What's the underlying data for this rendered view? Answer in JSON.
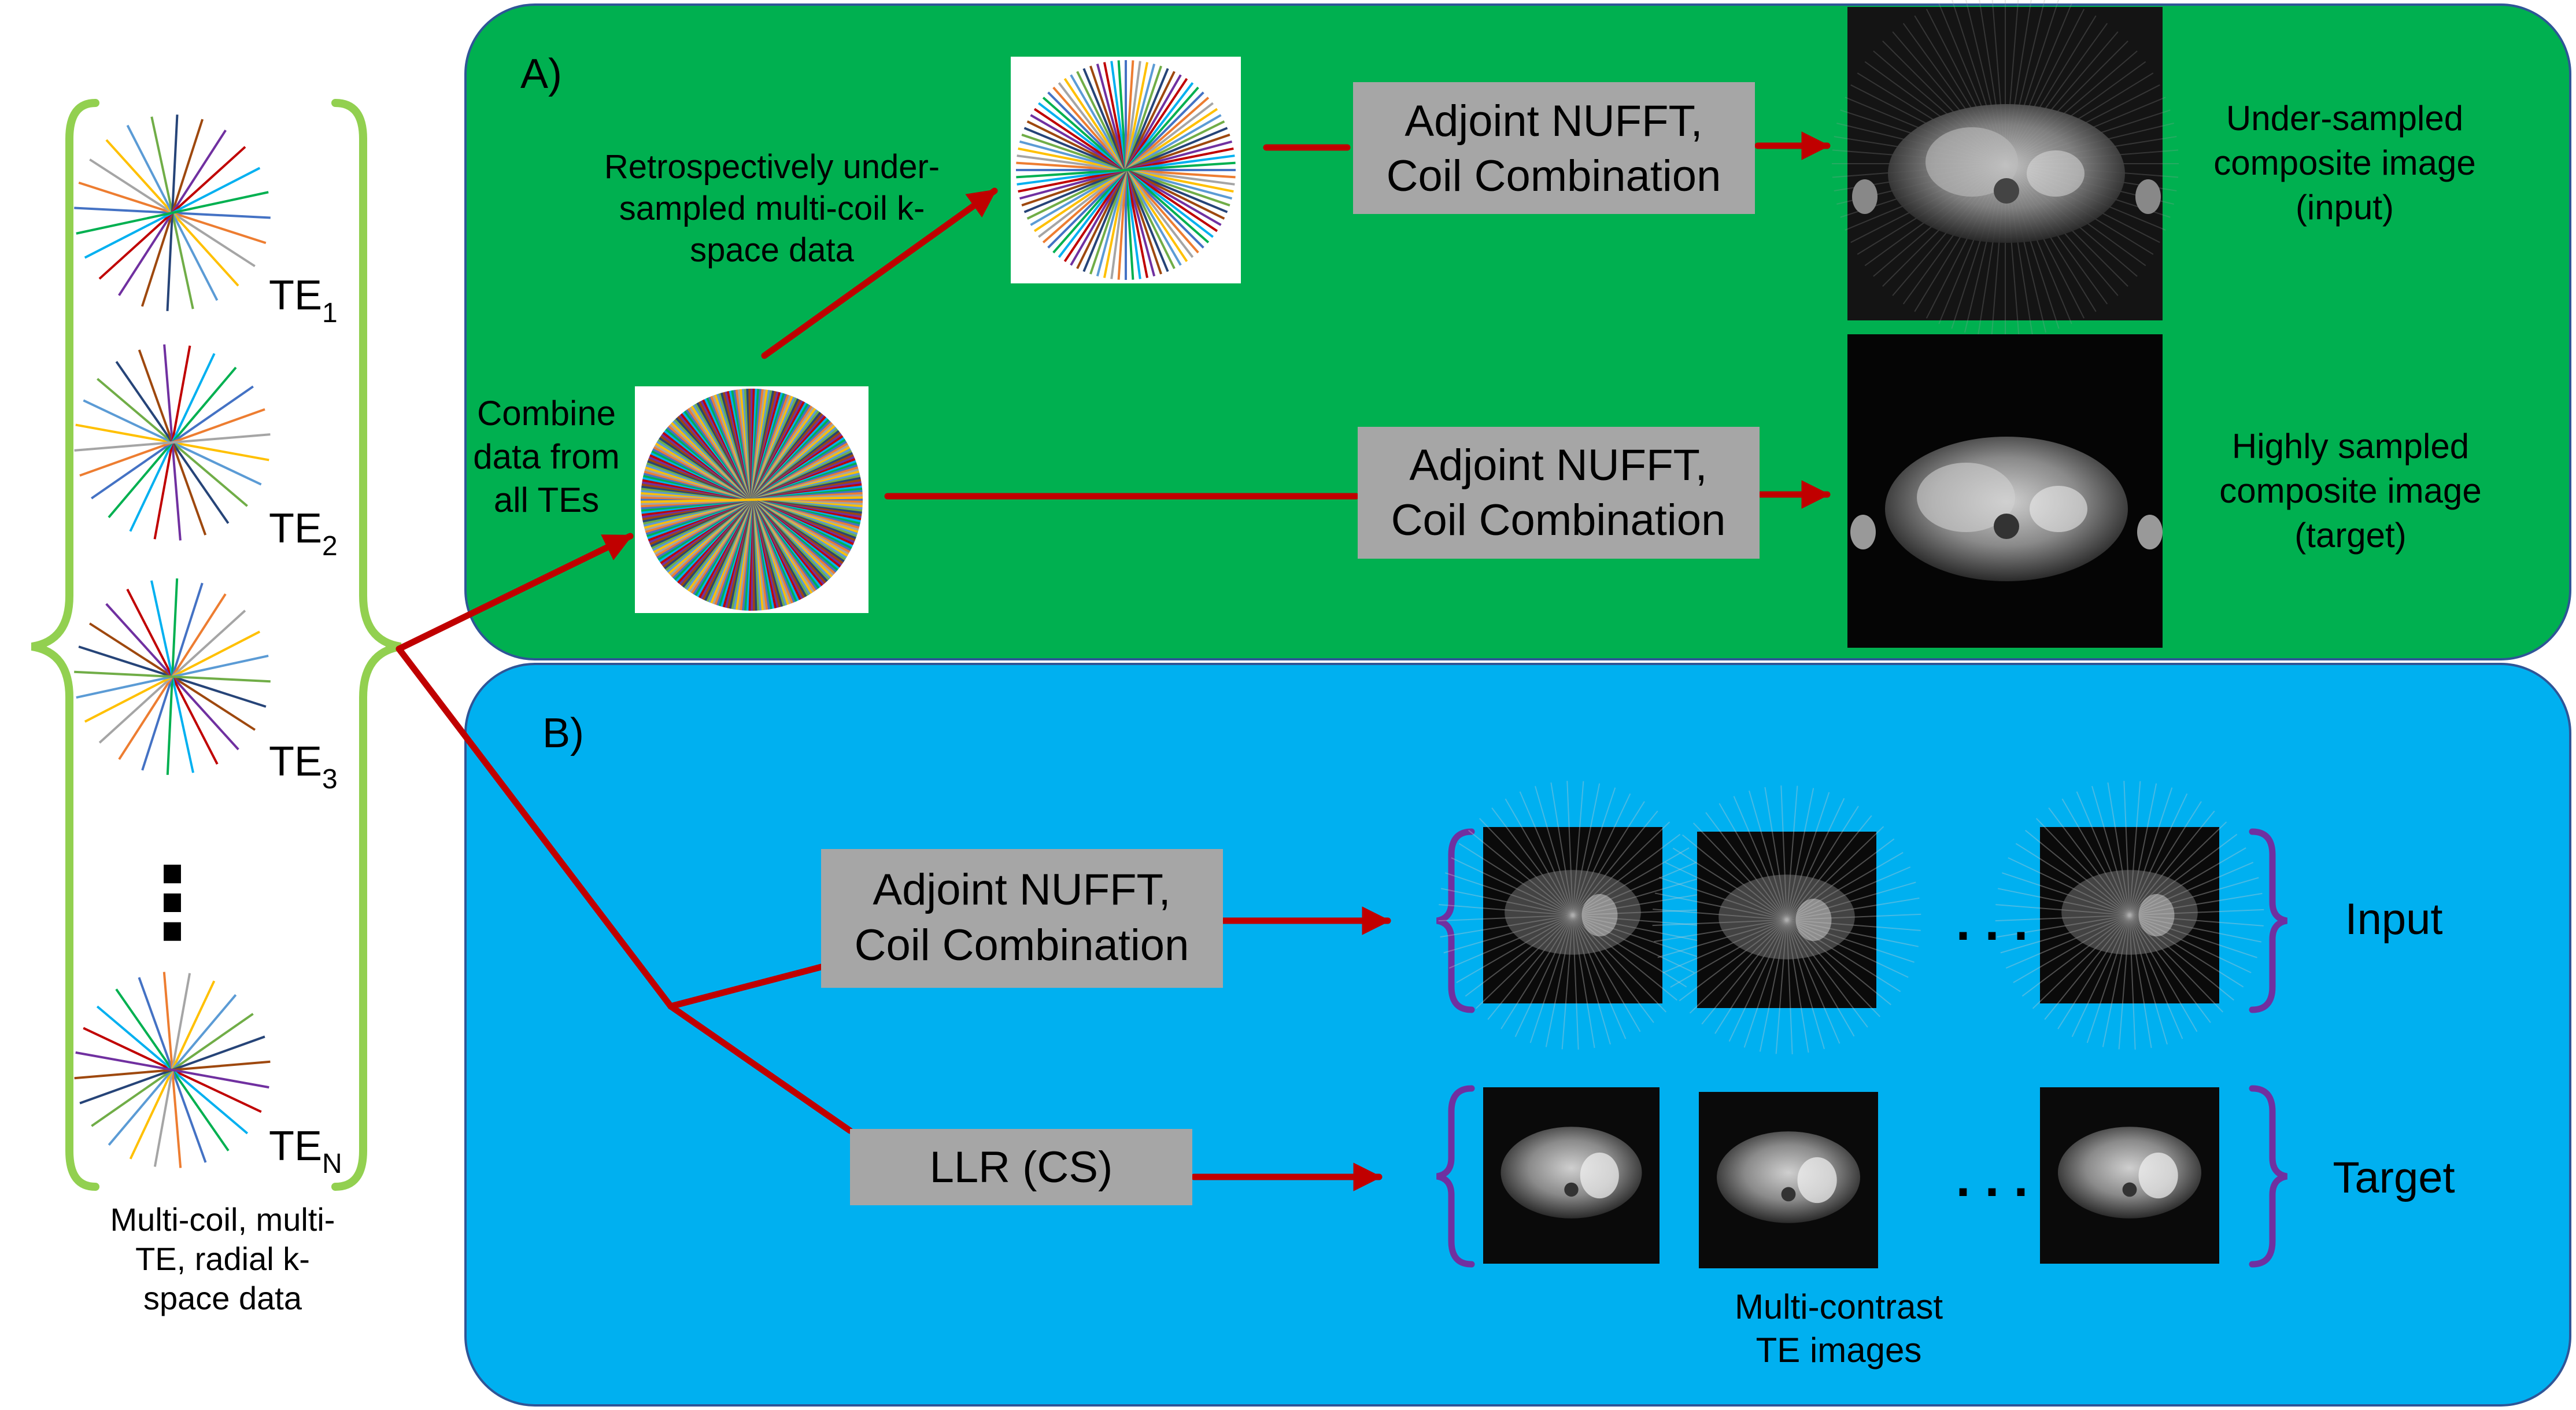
{
  "colors": {
    "panel_a_fill": "#00b050",
    "panel_b_fill": "#00b0f0",
    "panel_stroke": "#2f5597",
    "arrow": "#c00000",
    "box_fill": "#a6a6a6",
    "left_brace": "#92d050",
    "small_brace": "#7030a0",
    "spoke_palette": [
      "#4472c4",
      "#ed7d31",
      "#a5a5a5",
      "#ffc000",
      "#5b9bd5",
      "#70ad47",
      "#264478",
      "#9e480e",
      "#7030a0",
      "#c00000",
      "#00b0f0",
      "#00b050"
    ]
  },
  "left_column": {
    "echo_labels": [
      {
        "base": "TE",
        "sub": "1"
      },
      {
        "base": "TE",
        "sub": "2"
      },
      {
        "base": "TE",
        "sub": "3"
      },
      {
        "base": "TE",
        "sub": "N"
      }
    ],
    "ellipsis_dots": "⋮",
    "caption_lines": [
      "Multi-coil, multi-",
      "TE, radial k-",
      "space data"
    ]
  },
  "panel_a": {
    "label": "A)",
    "combine_lines": [
      "Combine",
      "data from",
      "all TEs"
    ],
    "retro_lines": [
      "Retrospectively under-",
      "sampled multi-coil k-",
      "space data"
    ],
    "box_under": [
      "Adjoint NUFFT,",
      "Coil Combination"
    ],
    "box_high": [
      "Adjoint NUFFT,",
      "Coil Combination"
    ],
    "caption_under": [
      "Under-sampled",
      "composite image",
      "(input)"
    ],
    "caption_high": [
      "Highly sampled",
      "composite image",
      "(target)"
    ]
  },
  "panel_b": {
    "label": "B)",
    "box_nufft": [
      "Adjoint NUFFT,",
      "Coil Combination"
    ],
    "box_llr": "LLR (CS)",
    "row_input_label": "Input",
    "row_target_label": "Target",
    "ellipsis": ". . .",
    "caption": [
      "Multi-contrast",
      "TE images"
    ]
  }
}
